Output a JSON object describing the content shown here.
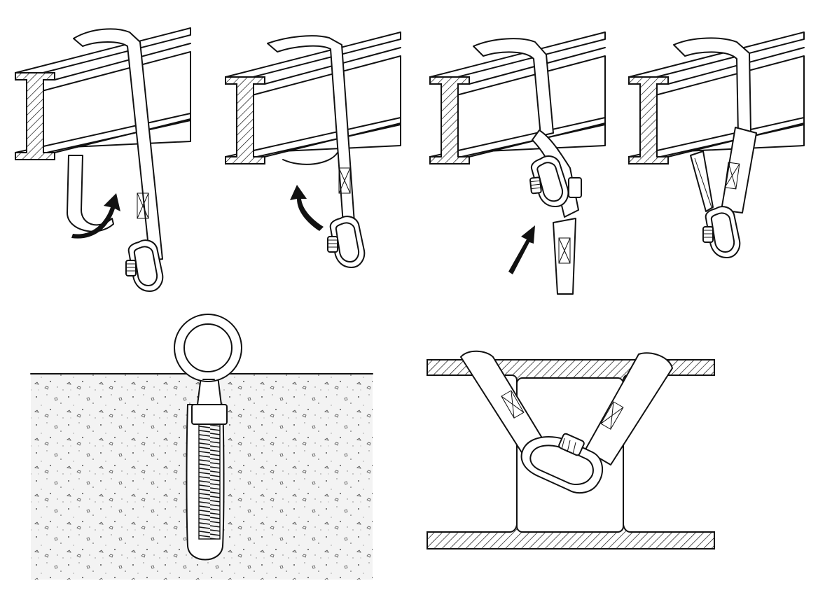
{
  "figure": {
    "panels": [
      {
        "id": "step-1",
        "kind": "sling-wrap",
        "icons": [
          "i-beam-icon",
          "sling-icon",
          "carabiner-icon",
          "curved-arrow-icon"
        ]
      },
      {
        "id": "step-2",
        "kind": "sling-wrap",
        "icons": [
          "i-beam-icon",
          "sling-icon",
          "carabiner-icon",
          "curved-arrow-icon"
        ]
      },
      {
        "id": "step-3",
        "kind": "sling-choke",
        "icons": [
          "i-beam-icon",
          "sling-icon",
          "carabiner-icon",
          "straight-arrow-icon"
        ]
      },
      {
        "id": "step-4",
        "kind": "sling-complete",
        "icons": [
          "i-beam-icon",
          "sling-icon",
          "carabiner-icon"
        ]
      },
      {
        "id": "eye-bolt",
        "kind": "anchor-in-concrete",
        "icons": [
          "concrete-block-icon",
          "eye-bolt-icon"
        ]
      },
      {
        "id": "beam-section",
        "kind": "beam-cross-section",
        "icons": [
          "i-beam-section-icon",
          "sling-icon",
          "carabiner-icon"
        ]
      }
    ],
    "colors": {
      "ink": "#111111",
      "paper": "#ffffff",
      "concrete": "#f1f1f1"
    }
  }
}
